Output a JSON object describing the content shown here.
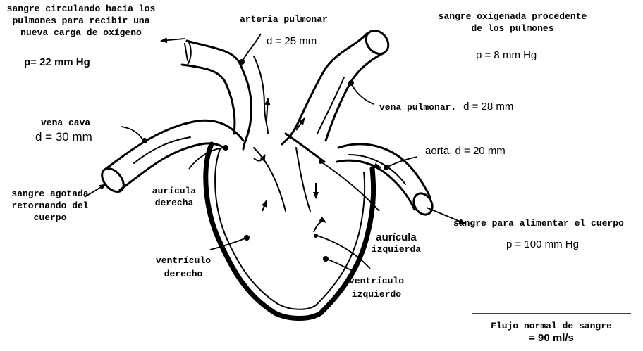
{
  "labels": {
    "deoxygenated_to_lungs": {
      "line1": "sangre circulando hacia los",
      "line2": "pulmones para recibir una",
      "line3": "nueva carga de oxígeno",
      "pressure": "p= 22 mm Hg"
    },
    "pulmonary_artery": {
      "name": "arteria pulmonar",
      "diameter": "d = 25 mm"
    },
    "oxygenated_from_lungs": {
      "line1": "sangre oxigenada procedente",
      "line2": "de los pulmones",
      "pressure": "p = 8 mm Hg"
    },
    "pulmonary_vein": {
      "name": "vena pulmonar.",
      "diameter": "d = 28 mm"
    },
    "vena_cava": {
      "name": "vena cava",
      "diameter": "d = 30 mm"
    },
    "aorta": {
      "name": "aorta, d = 20 mm"
    },
    "depleted_blood": {
      "line1": "sangre agotada",
      "line2": "retornando del",
      "line3": "cuerpo"
    },
    "right_atrium": {
      "line1": "aurícula",
      "line2": "derecha"
    },
    "body_supply": {
      "text": "sangre para alimentar el cuerpo",
      "pressure": "p = 100 mm Hg"
    },
    "left_atrium": {
      "line1": "aurícula",
      "line2": "izquierda"
    },
    "right_ventricle": {
      "line1": "ventrículo",
      "line2": "derecho"
    },
    "left_ventricle": {
      "line1": "ventrículo",
      "line2": "izquierdo"
    },
    "normal_flow": {
      "line1": "Flujo normal de sangre",
      "line2": "= 90 ml/s"
    }
  }
}
